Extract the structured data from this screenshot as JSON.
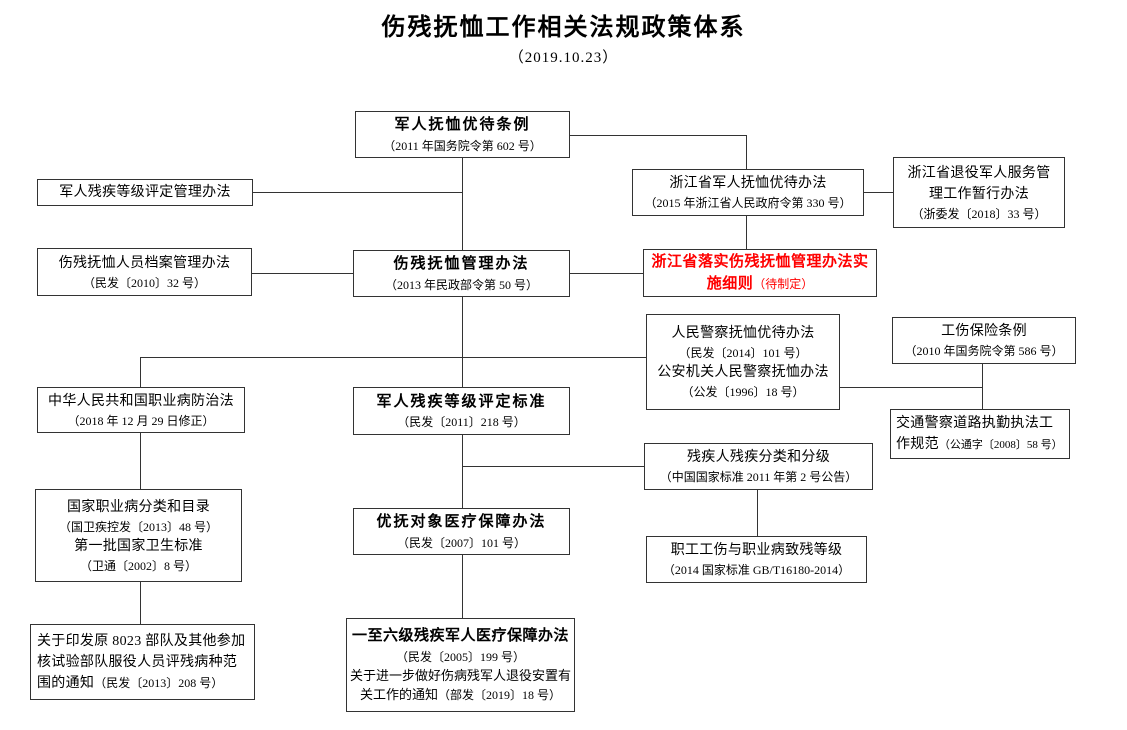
{
  "title": "伤残抚恤工作相关法规政策体系",
  "date": "（2019.10.23）",
  "colors": {
    "accent_red": "#ff0000",
    "line": "#333333",
    "background": "#ffffff"
  },
  "nodes": {
    "military_pension_regulation": {
      "title": "军人抚恤优待条例",
      "ref": "（2011 年国务院令第 602 号）"
    },
    "military_disability_rating_measures": {
      "title": "军人残疾等级评定管理办法"
    },
    "zj_military_pension_measures": {
      "title": "浙江省军人抚恤优待办法",
      "ref": "（2015 年浙江省人民政府令第 330 号）"
    },
    "zj_veterans_service_measures": {
      "line1": "浙江省退役军人服务管",
      "line2": "理工作暂行办法",
      "ref": "（浙委发〔2018〕33 号）"
    },
    "disability_pension_archives_measures": {
      "title": "伤残抚恤人员档案管理办法",
      "ref": "（民发〔2010〕32 号）"
    },
    "disability_pension_admin_measures": {
      "title": "伤残抚恤管理办法",
      "ref": "（2013 年民政部令第 50 号）"
    },
    "zj_implementation_rules": {
      "line1": "浙江省落实伤残抚恤管理办法实",
      "line2": "施细则",
      "suffix": "（待制定）"
    },
    "police_pension_measures": {
      "title1": "人民警察抚恤优待办法",
      "ref1": "（民发〔2014〕101 号）",
      "title2": "公安机关人民警察抚恤办法",
      "ref2": "（公发〔1996〕18 号）"
    },
    "work_injury_insurance_regulation": {
      "title": "工伤保险条例",
      "ref": "（2010 年国务院令第 586 号）"
    },
    "traffic_police_standard": {
      "line1": "交通警察道路执勤执法工",
      "line2": "作规范",
      "ref": "（公通字〔2008〕58 号）"
    },
    "occupational_disease_law": {
      "title": "中华人民共和国职业病防治法",
      "ref": "（2018 年 12 月 29 日修正）"
    },
    "military_disability_rating_standard": {
      "title": "军人残疾等级评定标准",
      "ref": "（民发〔2011〕218 号）"
    },
    "disability_classification_standard": {
      "title": "残疾人残疾分类和分级",
      "ref": "（中国国家标准 2011 年第 2 号公告）"
    },
    "entitled_groups_medical_measures": {
      "title": "优抚对象医疗保障办法",
      "ref": "（民发〔2007〕101 号）"
    },
    "national_occupational_disease_catalog": {
      "title1": "国家职业病分类和目录",
      "ref1": "（国卫疾控发〔2013〕48 号）",
      "title2": "第一批国家卫生标准",
      "ref2": "（卫通〔2002〕8 号）"
    },
    "work_injury_disability_grades": {
      "title": "职工工伤与职业病致残等级",
      "ref": "（2014 国家标准 GB/T16180-2014）"
    },
    "unit8023_notice": {
      "line1": "关于印发原 8023 部队及其他参加",
      "line2": "核试验部队服役人员评残病种范",
      "line3": "围的通知",
      "ref": "（民发〔2013〕208 号）"
    },
    "disabled_servicemen_medical_measures": {
      "title": "一至六级残疾军人医疗保障办法",
      "ref": "（民发〔2005〕199 号）",
      "line3": "关于进一步做好伤病残军人退役安置有",
      "line4": "关工作的通知",
      "ref2": "（部发〔2019〕18 号）"
    }
  }
}
